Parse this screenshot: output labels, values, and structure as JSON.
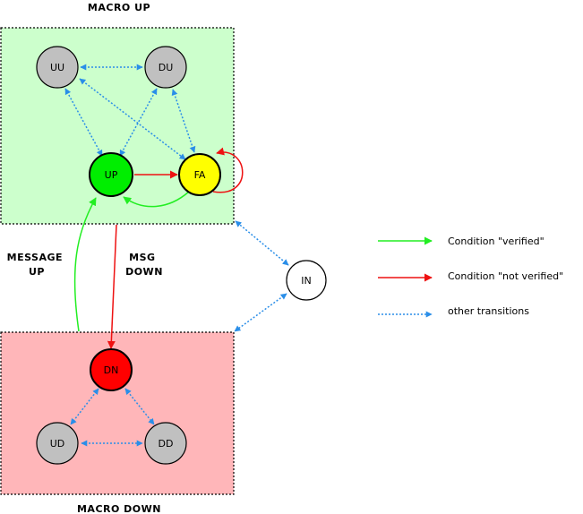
{
  "regions": {
    "macro_up": {
      "label": "MACRO UP",
      "fill": "#ccffcc"
    },
    "macro_down": {
      "label": "MACRO DOWN",
      "fill": "#ffb6b9"
    }
  },
  "nodes": {
    "uu": {
      "label": "UU",
      "fill": "#c0c0c0"
    },
    "du": {
      "label": "DU",
      "fill": "#c0c0c0"
    },
    "up": {
      "label": "UP",
      "fill": "#00ee00"
    },
    "fa": {
      "label": "FA",
      "fill": "#ffff00"
    },
    "in": {
      "label": "IN",
      "fill": "#ffffff"
    },
    "dn": {
      "label": "DN",
      "fill": "#ff0000"
    },
    "ud": {
      "label": "UD",
      "fill": "#c0c0c0"
    },
    "dd": {
      "label": "DD",
      "fill": "#c0c0c0"
    }
  },
  "edge_labels": {
    "message_up": [
      "MESSAGE",
      "UP"
    ],
    "msg_down": [
      "MSG",
      "DOWN"
    ]
  },
  "legend": {
    "verified": {
      "label": "Condition \"verified\"",
      "color": "#22ee22"
    },
    "not_verified": {
      "label": "Condition \"not verified\"",
      "color": "#ee1111"
    },
    "other": {
      "label": "other transitions",
      "color": "#2a8ee8"
    }
  }
}
